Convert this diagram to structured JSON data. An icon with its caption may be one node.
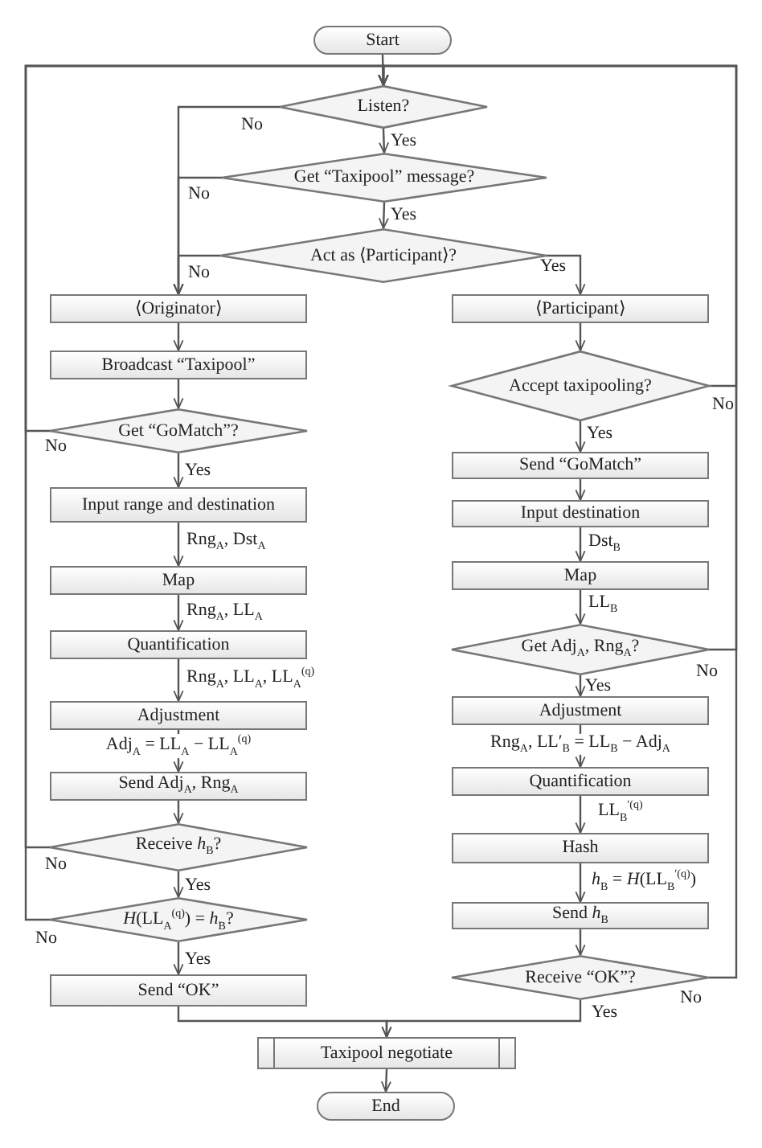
{
  "diagram": {
    "nodes": [
      {
        "text": [
          "Start"
        ]
      },
      {
        "text": [
          "Listen?"
        ]
      },
      {
        "text": [
          "Get “Taxipool” message?"
        ]
      },
      {
        "text": [
          "Act as ⟨Participant⟩?"
        ]
      },
      {
        "text": [
          "⟨Originator⟩"
        ]
      },
      {
        "text": [
          "Broadcast “Taxipool”"
        ]
      },
      {
        "text": [
          "Get “GoMatch”?"
        ]
      },
      {
        "text": [
          "Input range and destination"
        ]
      },
      {
        "text": [
          "Map"
        ]
      },
      {
        "text": [
          "Quantification"
        ]
      },
      {
        "text": [
          "Adjustment"
        ]
      },
      {
        "text": [
          "Send Adj$_{A}$, Rng$_{A}$"
        ]
      },
      {
        "text": [
          "Receive *h*$_{B}$?"
        ]
      },
      {
        "text": [
          "*H*(LL$_{A}$$^{(q)}$) = *h*$_{B}$?"
        ]
      },
      {
        "text": [
          "Send “OK”"
        ]
      },
      {
        "text": [
          "⟨Participant⟩"
        ]
      },
      {
        "text": [
          "Accept taxipooling?"
        ]
      },
      {
        "text": [
          "Send “GoMatch”"
        ]
      },
      {
        "text": [
          "Input destination"
        ]
      },
      {
        "text": [
          "Map"
        ]
      },
      {
        "text": [
          "Get Adj$_{A}$, Rng$_{A}$?"
        ]
      },
      {
        "text": [
          "Adjustment"
        ]
      },
      {
        "text": [
          "Quantification"
        ]
      },
      {
        "text": [
          "Hash"
        ]
      },
      {
        "text": [
          "Send *h*$_{B}$"
        ]
      },
      {
        "text": [
          "Receive “OK”?"
        ]
      },
      {
        "text": [
          "Taxipool negotiate"
        ]
      },
      {
        "text": [
          "End"
        ]
      }
    ],
    "edges": [
      {
        "from": 0,
        "to": 1,
        "arrow": "to"
      },
      {
        "from": 1,
        "to": 2,
        "arrow": "to",
        "label": "Yes"
      },
      {
        "from": 1,
        "to": 4,
        "arrow": "to",
        "label": "No"
      },
      {
        "from": 2,
        "to": 4,
        "arrow": "to",
        "label": "No"
      },
      {
        "from": 2,
        "to": 3,
        "arrow": "to",
        "label": "Yes"
      },
      {
        "from": 3,
        "to": 4,
        "arrow": "to",
        "label": "No"
      },
      {
        "from": 3,
        "to": 15,
        "arrow": "to",
        "label": "Yes"
      },
      {
        "from": 4,
        "to": 5,
        "arrow": "to"
      },
      {
        "from": 5,
        "to": 6,
        "arrow": "to"
      },
      {
        "from": 6,
        "to": 7,
        "arrow": "to",
        "label": "Yes"
      },
      {
        "from": 6,
        "to": 1,
        "arrow": "to",
        "label": "No"
      },
      {
        "from": 7,
        "to": 8,
        "arrow": "to",
        "label": "Rng$_{A}$, Dst$_{A}$"
      },
      {
        "from": 8,
        "to": 9,
        "arrow": "to",
        "label": "Rng$_{A}$, LL$_{A}$"
      },
      {
        "from": 9,
        "to": 10,
        "arrow": "to",
        "label": "Rng$_{A}$, LL$_{A}$, LL$_{A}$$^{(q)}$"
      },
      {
        "from": 10,
        "to": 11,
        "arrow": "to",
        "label": "Adj$_{A}$ = LL$_{A}$ − LL$_{A}$$^{(q)}$"
      },
      {
        "from": 11,
        "to": 12,
        "arrow": "to"
      },
      {
        "from": 12,
        "to": 13,
        "arrow": "to",
        "label": "Yes"
      },
      {
        "from": 12,
        "to": 1,
        "arrow": "to",
        "label": "No"
      },
      {
        "from": 13,
        "to": 14,
        "arrow": "to",
        "label": "Yes"
      },
      {
        "from": 13,
        "to": 1,
        "arrow": "to",
        "label": "No"
      },
      {
        "from": 14,
        "to": 26,
        "arrow": "to"
      },
      {
        "from": 15,
        "to": 16,
        "arrow": "to"
      },
      {
        "from": 16,
        "to": 17,
        "arrow": "to",
        "label": "Yes"
      },
      {
        "from": 16,
        "to": 1,
        "arrow": "to",
        "label": "No"
      },
      {
        "from": 17,
        "to": 18,
        "arrow": "to"
      },
      {
        "from": 18,
        "to": 19,
        "arrow": "to",
        "label": "Dst$_{B}$"
      },
      {
        "from": 19,
        "to": 20,
        "arrow": "to",
        "label": "LL$_{B}$"
      },
      {
        "from": 20,
        "to": 21,
        "arrow": "to",
        "label": "Yes"
      },
      {
        "from": 20,
        "to": 1,
        "arrow": "to",
        "label": "No"
      },
      {
        "from": 21,
        "to": 22,
        "arrow": "to",
        "label": "Rng$_{A}$, LL′$_{B}$ = LL$_{B}$ − Adj$_{A}$"
      },
      {
        "from": 22,
        "to": 23,
        "arrow": "to",
        "label": "LL$_{B}$$^{′(q)}$"
      },
      {
        "from": 23,
        "to": 24,
        "arrow": "to",
        "label": "*h*$_{B}$ = *H*(LL$_{B}$$^{′(q)}$)"
      },
      {
        "from": 24,
        "to": 25,
        "arrow": "to"
      },
      {
        "from": 25,
        "to": 26,
        "arrow": "to",
        "label": "Yes"
      },
      {
        "from": 25,
        "to": 1,
        "arrow": "to",
        "label": "No"
      },
      {
        "from": 26,
        "to": 27,
        "arrow": "to"
      }
    ]
  }
}
